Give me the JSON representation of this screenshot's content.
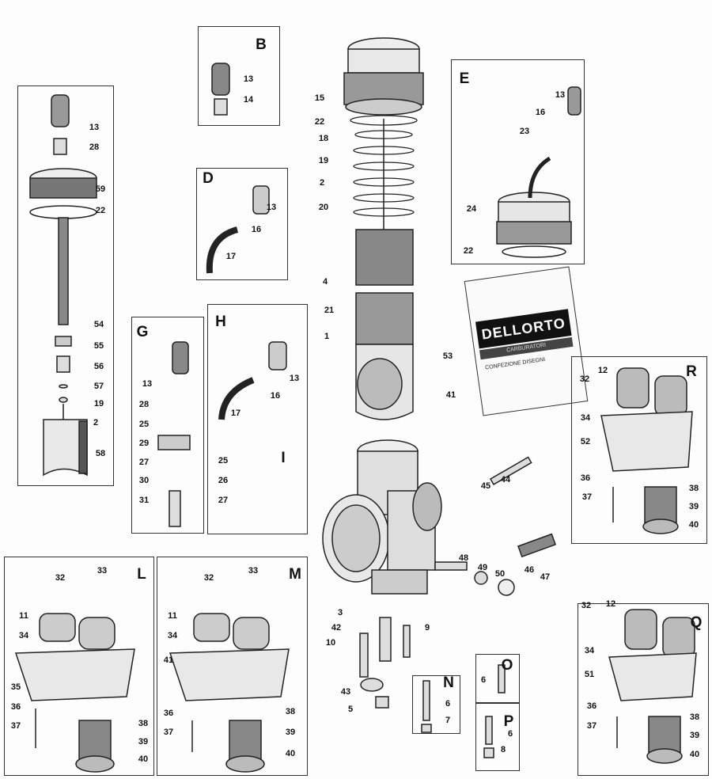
{
  "title": "Dell'Orto carburetor exploded parts diagram",
  "bag": {
    "brand": "DELLORTO",
    "subtitle": "CARBURATORI",
    "text": "CONFEZIONE DISEGNI"
  },
  "groups": {
    "left": {
      "letter": "",
      "callouts": [
        "13",
        "28",
        "59",
        "22",
        "54",
        "55",
        "56",
        "57",
        "19",
        "2",
        "58"
      ]
    },
    "B": {
      "letter": "B",
      "callouts": [
        "13",
        "14"
      ]
    },
    "D": {
      "letter": "D",
      "callouts": [
        "13",
        "16",
        "17"
      ]
    },
    "E": {
      "letter": "E",
      "callouts": [
        "13",
        "16",
        "23",
        "24",
        "22"
      ]
    },
    "G": {
      "letter": "G",
      "callouts": [
        "13",
        "28",
        "25",
        "29",
        "27",
        "30",
        "31"
      ]
    },
    "H": {
      "letter": "H",
      "callouts": [
        "13",
        "16",
        "17",
        "25",
        "26",
        "27"
      ],
      "sub_letter": "I"
    },
    "center": {
      "letter": "",
      "callouts": [
        "15",
        "22",
        "18",
        "19",
        "2",
        "20",
        "4",
        "21",
        "1",
        "41",
        "53"
      ]
    },
    "R": {
      "letter": "R",
      "callouts": [
        "12",
        "32",
        "34",
        "52",
        "36",
        "38",
        "37",
        "39",
        "40"
      ]
    },
    "body": {
      "letter": "",
      "callouts": [
        "44",
        "45",
        "46",
        "47",
        "48",
        "49",
        "50",
        "3",
        "42",
        "10",
        "9",
        "43",
        "5"
      ]
    },
    "N": {
      "letter": "N",
      "callouts": [
        "6",
        "7"
      ]
    },
    "O": {
      "letter": "O",
      "callouts": [
        "6"
      ]
    },
    "P": {
      "letter": "P",
      "callouts": [
        "6",
        "8"
      ]
    },
    "L": {
      "letter": "L",
      "callouts": [
        "32",
        "33",
        "11",
        "34",
        "35",
        "36",
        "37",
        "38",
        "39",
        "40"
      ]
    },
    "M": {
      "letter": "M",
      "callouts": [
        "32",
        "33",
        "11",
        "34",
        "41",
        "36",
        "37",
        "38",
        "39",
        "40"
      ]
    },
    "Q": {
      "letter": "Q",
      "callouts": [
        "32",
        "12",
        "34",
        "51",
        "36",
        "37",
        "38",
        "39",
        "40"
      ]
    }
  }
}
